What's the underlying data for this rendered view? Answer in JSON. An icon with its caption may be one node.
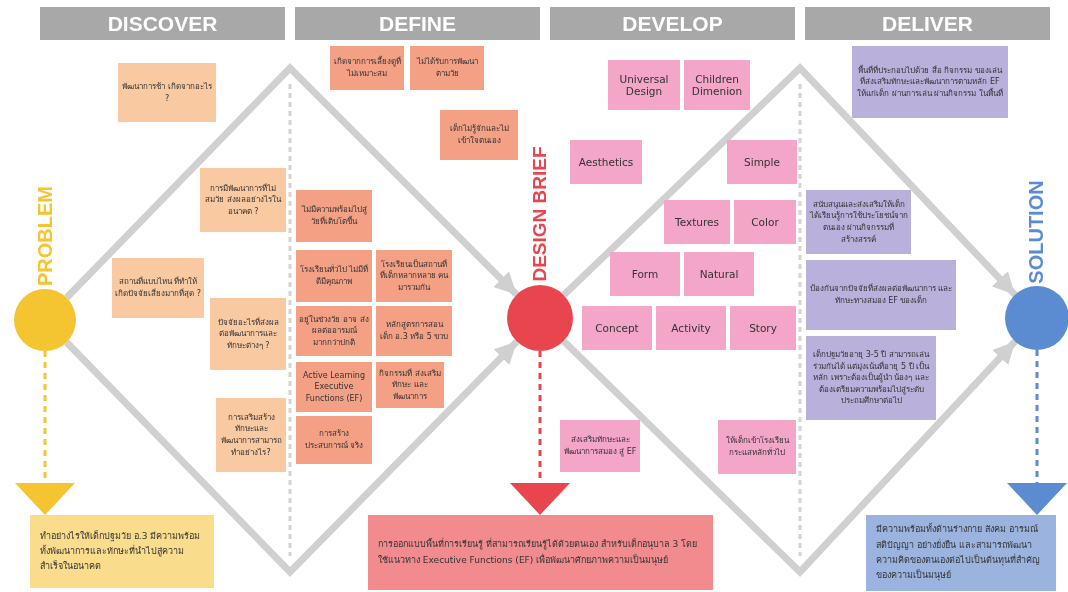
{
  "diagram": {
    "nodes": [
      {
        "text": [
          "DISCOVER"
        ]
      },
      {
        "text": [
          "DEFINE"
        ]
      },
      {
        "text": [
          "DEVELOP"
        ]
      },
      {
        "text": [
          "DELIVER"
        ]
      },
      {
        "text": [
          "PROBLEM"
        ]
      },
      {
        "text": [
          "พัฒนาการช้า เกิดจากอะไร ?"
        ]
      },
      {
        "text": [
          "การมีพัฒนาการที่ไม่สมวัย ส่งผลอย่างไรในอนาคต ?"
        ]
      },
      {
        "text": [
          "สถานที่แบบไหน ที่ทำให้เกิดปัจจัยเสี่ยงมากที่สุด ?"
        ]
      },
      {
        "text": [
          "ปัจจัยอะไรที่ส่งผลต่อพัฒนาการและทักษะต่างๆ ?"
        ]
      },
      {
        "text": [
          "การเสริมสร้างทักษะและพัฒนาการสามารถทำอย่างไร?"
        ]
      },
      {
        "text": [
          "ทำอย่างไรให้เด็กปฐมวัย อ.3 มีความพร้อมทั้งพัฒนาการและทักษะที่นำไปสู่ความสำเร็จในอนาคต"
        ]
      },
      {
        "text": [
          "เกิดจากการเลี้ยงดูที่ไม่เหมาะสม"
        ]
      },
      {
        "text": [
          "ไม่ได้รับการพัฒนาตามวัย"
        ]
      },
      {
        "text": [
          "ไม่มีความพร้อมไปสู่วัยที่เติบโตขึ้น"
        ]
      },
      {
        "text": [
          "เด็กไม่รู้จักและไม่เข้าใจตนเอง"
        ]
      },
      {
        "text": [
          "โรงเรียนทั่วไป ไม่มีที่ดีมีคุณภาพ"
        ]
      },
      {
        "text": [
          "โรงเรียนเป็นสถานที่ ที่เด็กหลากหลาย คนมารวมกัน"
        ]
      },
      {
        "text": [
          "อยู่ในช่วงวัย อาจ ส่งผลต่ออารมณ์ มากกว่าปกติ"
        ]
      },
      {
        "text": [
          "หลักสูตรการสอน เด็ก อ.3 หรือ 5 ขวบ"
        ]
      },
      {
        "text": [
          "Active Learning Executive Functions (EF)"
        ]
      },
      {
        "text": [
          "กิจกรรมที่ ส่งเสริมทักษะ และพัฒนาการ"
        ]
      },
      {
        "text": [
          "การสร้าง ประสบการณ์ จริง"
        ]
      },
      {
        "text": [
          "DESIGN BRIEF"
        ]
      },
      {
        "text": [
          "การออกแบบพื้นที่การเรียนรู้ ที่สามารถเรียนรู้ได้ด้วยตนเอง สำหรับเด็กอนุบาล 3 โดยใช้แนวทาง Executive Functions (EF) เพื่อพัฒนาศักยภาพความเป็นมนุษย์"
        ]
      },
      {
        "text": [
          "Universal Design"
        ]
      },
      {
        "text": [
          "Children Dimenion"
        ]
      },
      {
        "text": [
          "Aesthetics"
        ]
      },
      {
        "text": [
          "Simple"
        ]
      },
      {
        "text": [
          "Textures"
        ]
      },
      {
        "text": [
          "Color"
        ]
      },
      {
        "text": [
          "Form"
        ]
      },
      {
        "text": [
          "Natural"
        ]
      },
      {
        "text": [
          "Concept"
        ]
      },
      {
        "text": [
          "Activity"
        ]
      },
      {
        "text": [
          "Story"
        ]
      },
      {
        "text": [
          "ส่งเสริมทักษะและพัฒนาการสมอง สู่ EF"
        ]
      },
      {
        "text": [
          "ให้เด็กเข้าโรงเรียน กระแสหลักทั่วไป"
        ]
      },
      {
        "text": [
          "พื้นที่ที่ประกอบไปด้วย สื่อ กิจกรรม ของเล่น ที่ส่งเสริมทักษะและพัฒนาการตามหลัก EF ให้แก่เด็ก ผ่านการเล่น ผ่านกิจกรรม ในพื้นที่"
        ]
      },
      {
        "text": [
          "สนับสนุนและส่งเสริมให้เด็กได้เรียนรู้การใช้ประโยชน์จากตนเอง ผ่านกิจกรรมที่สร้างสรรค์"
        ]
      },
      {
        "text": [
          "ป้องกันจากปัจจัยที่ส่งผลต่อพัฒนาการ และทักษะทางสมอง EF ของเด็ก"
        ]
      },
      {
        "text": [
          "เด็กปฐมวัยอายุ 3-5 ปี สามารถเล่นร่วมกันได้ แต่มุ่งเน้นที่อายุ 5 ปี เป็นหลัก เพราะต้องเป็นผู้นำ น้องๆ และต้องเตรียมความพร้อมไปสู่ระดับประถมศึกษาต่อไป"
        ]
      },
      {
        "text": [
          "SOLUTION"
        ]
      },
      {
        "text": [
          "มีความพร้อมทั้งด้านร่างกาย สังคม อารมณ์ สติปัญญา อย่างยั่งยืน และสามารถพัฒนาความคิดของตนเองต่อไปเป็นต้นทุนที่สำคัญของความเป็นมนุษย์"
        ]
      }
    ],
    "edges": [
      {
        "from": 4,
        "to": 22,
        "arrow": "to"
      },
      {
        "from": 4,
        "to": 22,
        "arrow": "to"
      },
      {
        "from": 22,
        "to": 41,
        "arrow": "to"
      },
      {
        "from": 22,
        "to": 41,
        "arrow": "to"
      },
      {
        "from": 4,
        "to": 10,
        "arrow": "to",
        "style": "dashed",
        "color": "#f5c431"
      },
      {
        "from": 22,
        "to": 23,
        "arrow": "to",
        "style": "dashed",
        "color": "#e9454e"
      },
      {
        "from": 41,
        "to": 42,
        "arrow": "to",
        "style": "dashed",
        "color": "#5b8bd0"
      }
    ]
  }
}
